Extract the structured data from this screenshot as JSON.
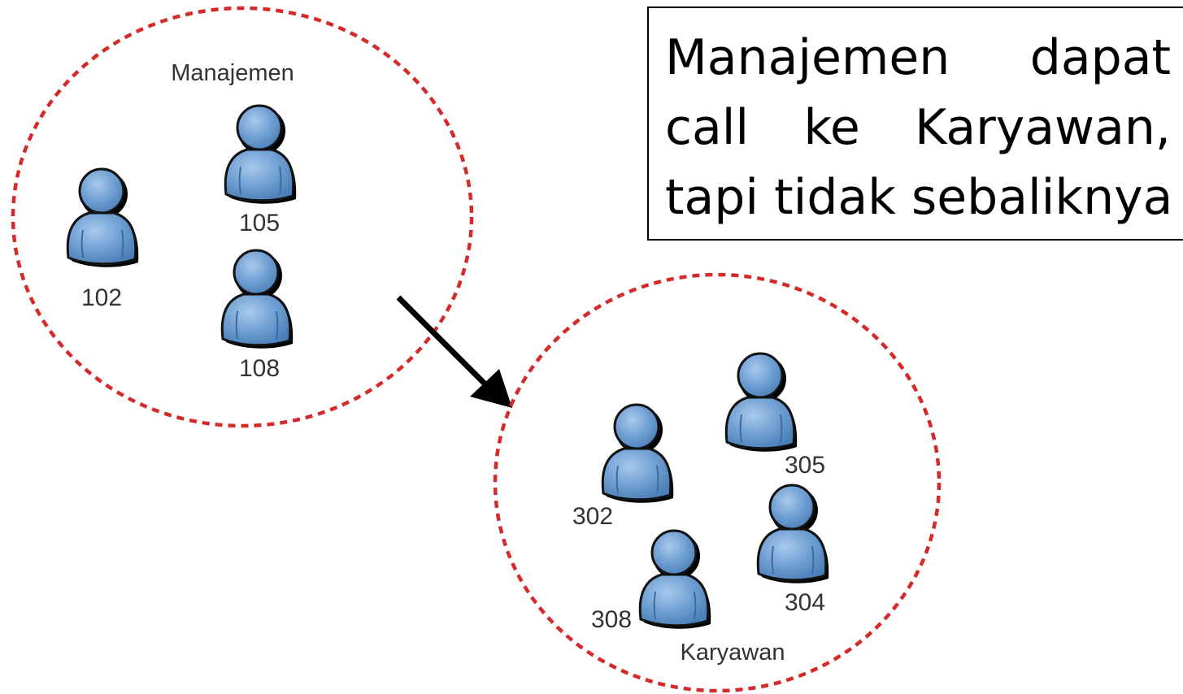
{
  "note": {
    "line1_words": [
      "Manajemen",
      "dapat"
    ],
    "line2_words": [
      "call",
      "ke",
      "Karyawan,"
    ],
    "line3": "tapi tidak sebaliknya"
  },
  "groups": {
    "manajemen": {
      "label": "Manajemen",
      "extensions": [
        "105",
        "102",
        "108"
      ]
    },
    "karyawan": {
      "label": "Karyawan",
      "extensions": [
        "305",
        "302",
        "304",
        "308"
      ]
    }
  },
  "colors": {
    "circle_dash": "#d42a2a",
    "user_fill": "#6f9fd3",
    "user_outline": "#111111",
    "arrow": "#000000"
  },
  "icons": {
    "user": "user-icon",
    "arrow": "arrow-icon"
  }
}
